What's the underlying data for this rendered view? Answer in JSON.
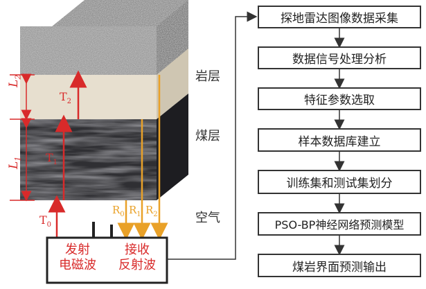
{
  "layers": {
    "rock": "岩层",
    "coal": "煤层",
    "air": "空气"
  },
  "thickness_labels": {
    "l2": "L",
    "l2_sub": "2",
    "l1": "L",
    "l1_sub": "1"
  },
  "wave_labels": {
    "t0": "T",
    "t0_sub": "0",
    "t1": "T",
    "t1_sub": "1",
    "t2": "T",
    "t2_sub": "2",
    "r0": "R",
    "r0_sub": "0",
    "r1": "R",
    "r1_sub": "1",
    "r2": "R",
    "r2_sub": "2"
  },
  "device": {
    "emit_line1": "发射",
    "emit_line2": "电磁波",
    "receive_line1": "接收",
    "receive_line2": "反射波"
  },
  "flow_steps": [
    "探地雷达图像数据采集",
    "数据信号处理分析",
    "特征参数选取",
    "样本数据库建立",
    "训练集和测试集划分",
    "PSO-BP神经网络预测模型",
    "煤岩界面预测输出"
  ],
  "colors": {
    "transmit": "#d82a2a",
    "reflect": "#e9a128",
    "rock_top": "#9a9a9a",
    "rock_layer": "#e7dfcf",
    "coal": "#2f2f33",
    "box_border": "#333333"
  }
}
